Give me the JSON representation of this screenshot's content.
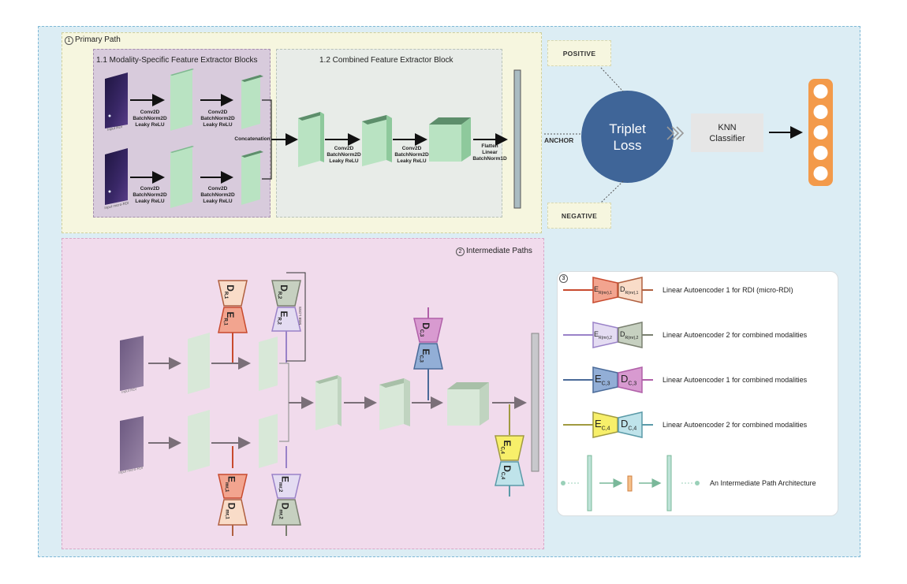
{
  "primary": {
    "title": "Primary Path",
    "number": "1",
    "modality_block_title": "1.1 Modality-Specific Feature Extractor Blocks",
    "combined_block_title": "1.2 Combined Feature Extractor Block",
    "layer_label": "Conv2D\nBatchNorm2D\nLeaky ReLU",
    "concat_label": "Concatenation",
    "flatten_label": "Flatten\nLinear\nBatchNorm1D",
    "input_rdi": "Input RDI",
    "input_micro": "Input micro-RDI"
  },
  "loss": {
    "positive": "POSITIVE",
    "negative": "NEGATIVE",
    "anchor": "ANCHOR",
    "triplet_line1": "Triplet",
    "triplet_line2": "Loss",
    "knn_line1": "KNN",
    "knn_line2": "Classifier"
  },
  "intermediate": {
    "title": "Intermediate Paths",
    "number": "2",
    "mse_label": "MSE LOSS",
    "input_rdi": "Input RDI",
    "input_micro": "Input micro-RDI"
  },
  "legend": {
    "number": "3",
    "items": [
      "Linear Autoencoder 1 for RDI (micro-RDI)",
      "Linear Autoencoder 2  for combined modalities",
      "Linear Autoencoder 1  for combined modalities",
      "Linear Autoencoder 2  for combined modalities"
    ],
    "path_arch": "An Intermediate Path Architecture"
  },
  "colors": {
    "red_enc": "#f2a48f",
    "red_dec": "#f9dcc8",
    "purple_enc": "#e4dcf2",
    "purple_dec": "#c6d0c0",
    "blue_enc": "#92aed6",
    "pink_dec": "#d89ad0",
    "yellow_enc": "#f7ef6a",
    "cyan_dec": "#bfe3ea",
    "triplet": "#3f6598",
    "knn": "#e6e6e6",
    "output": "#f39a4a"
  }
}
